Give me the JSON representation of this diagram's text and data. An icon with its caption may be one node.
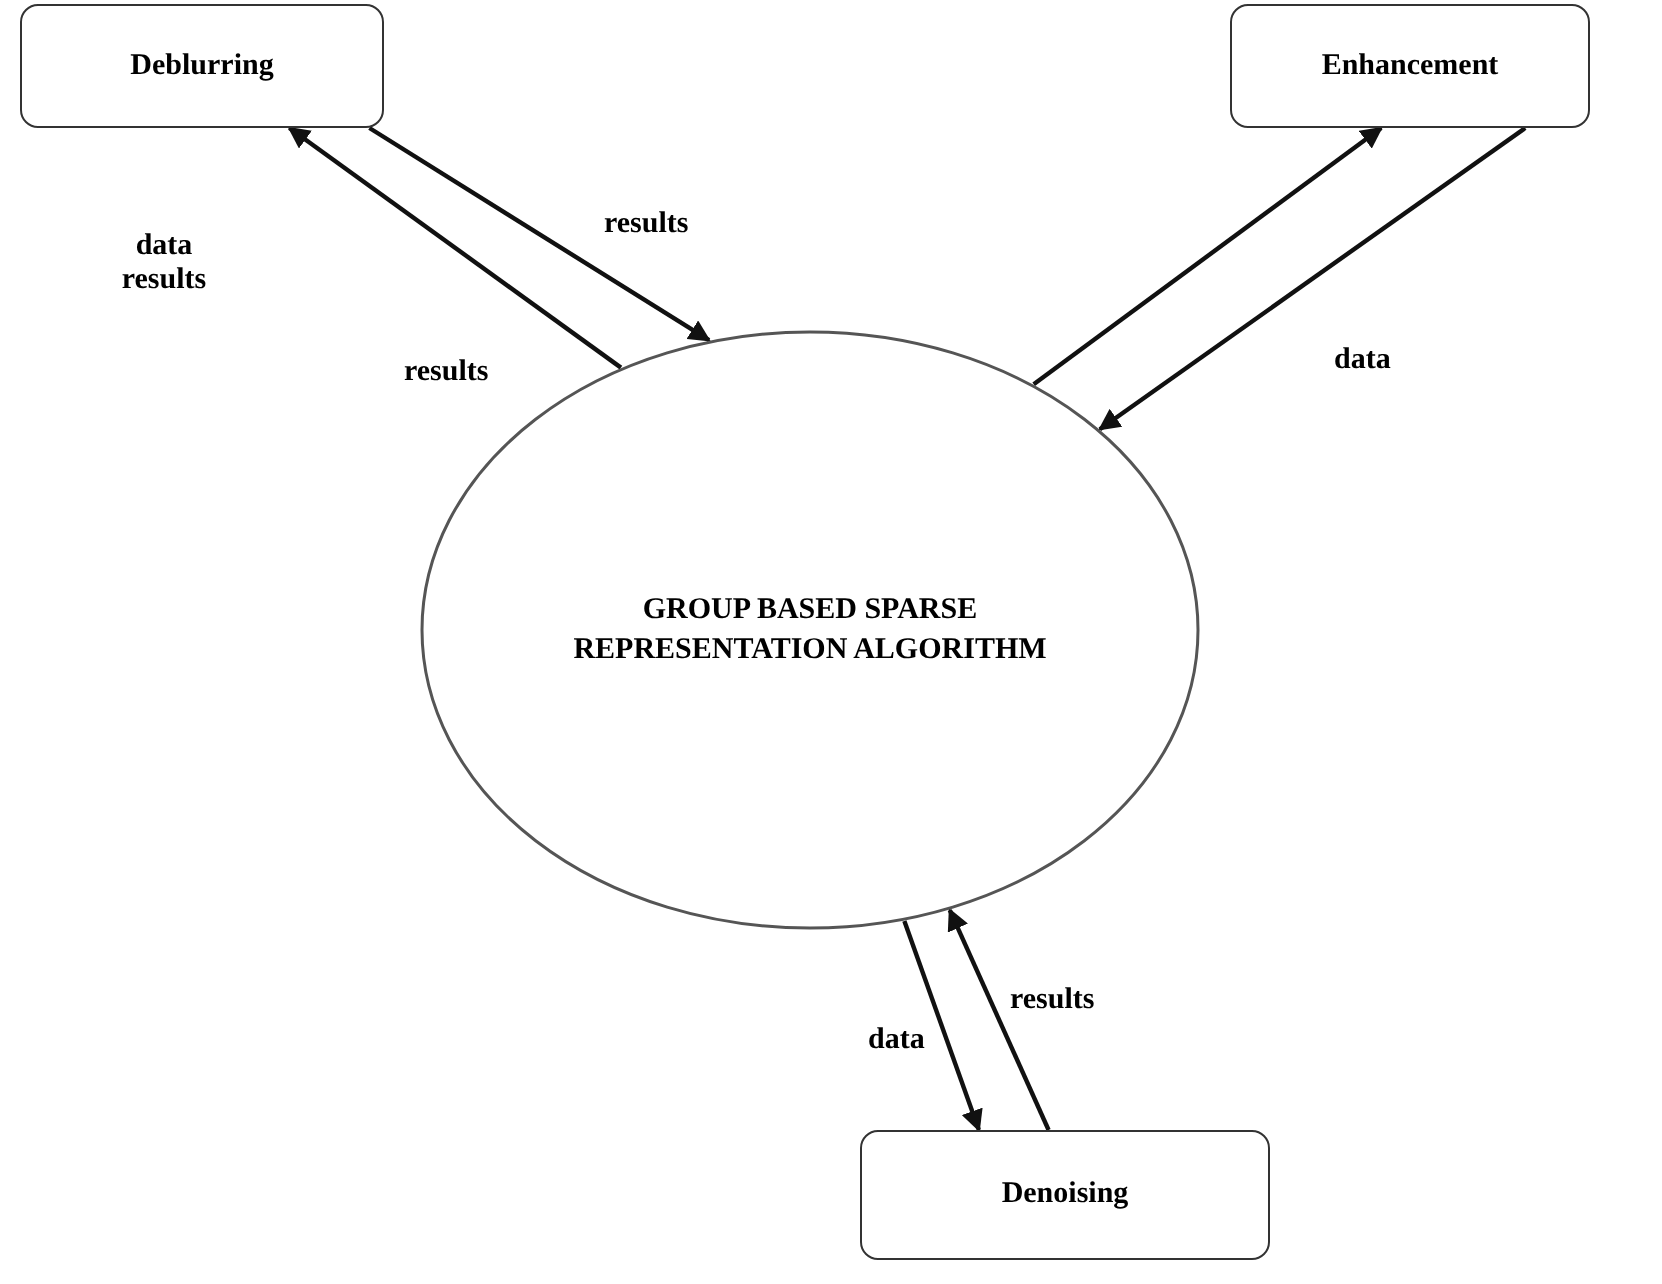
{
  "diagram": {
    "nodes": [
      {
        "text": [
          "Deblurring"
        ]
      },
      {
        "text": [
          "Enhancement"
        ]
      },
      {
        "text": [
          "GROUP BASED SPARSE REPRESENTATION ALGORITHM"
        ]
      },
      {
        "text": [
          "Denoising"
        ]
      }
    ],
    "edges": [
      {
        "from": 0,
        "to": 2,
        "arrow": "to",
        "label": "results"
      },
      {
        "from": 2,
        "to": 0,
        "arrow": "to",
        "label": "results"
      },
      {
        "from": 2,
        "to": 1,
        "arrow": "to"
      },
      {
        "from": 1,
        "to": 2,
        "arrow": "to",
        "label": "data"
      },
      {
        "from": 2,
        "to": 3,
        "arrow": "to",
        "label": "data"
      },
      {
        "from": 3,
        "to": 2,
        "arrow": "to",
        "label": "results"
      }
    ],
    "labels": [
      "data results"
    ]
  }
}
